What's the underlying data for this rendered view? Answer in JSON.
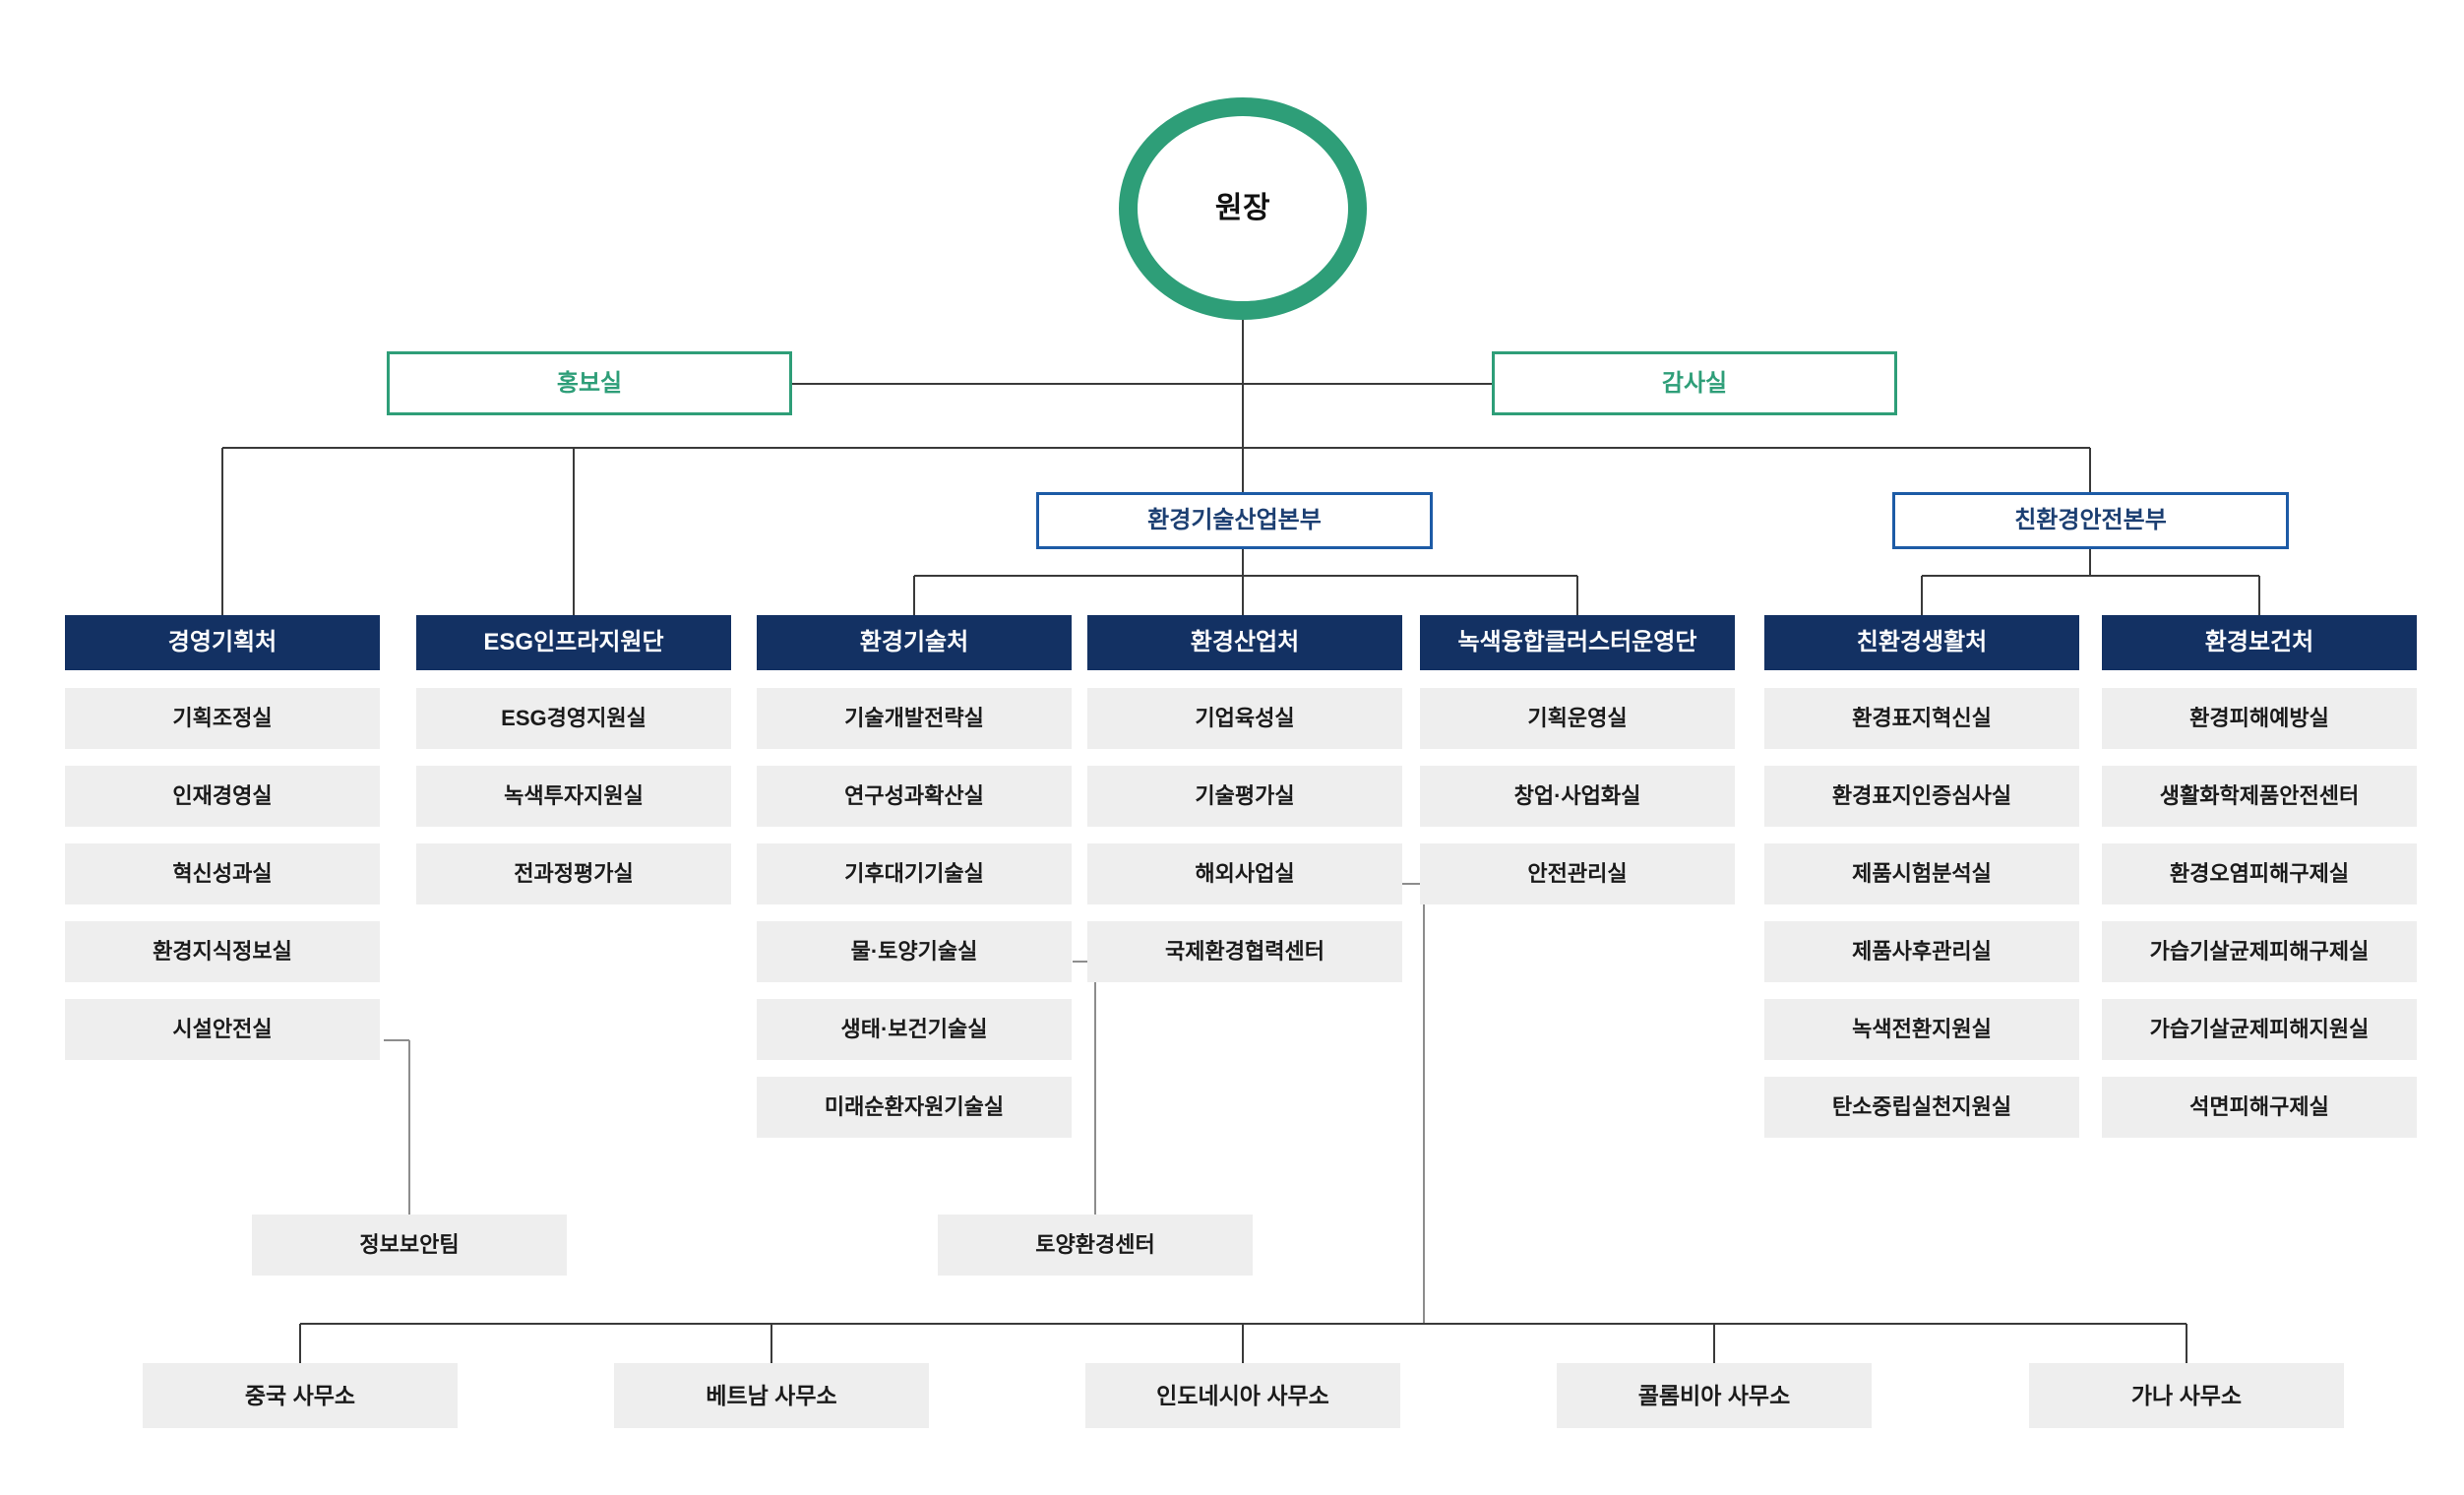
{
  "chart_title": "조직도",
  "colors": {
    "root_ring": "#2e9e78",
    "staff_border": "#2e9e78",
    "staff_text": "#2e9e78",
    "division_border": "#1d5ba6",
    "division_text": "#1c3f72",
    "department_bg": "#133163",
    "department_text": "#ffffff",
    "unit_bg": "#eeeeee",
    "unit_text": "#1a1a1a",
    "connector": "#3a3a3a",
    "page_bg": "#ffffff"
  },
  "root": {
    "label": "원장"
  },
  "staff_offices": [
    {
      "label": "홍보실"
    },
    {
      "label": "감사실"
    }
  ],
  "divisions": [
    {
      "label": "환경기술산업본부"
    },
    {
      "label": "친환경안전본부"
    }
  ],
  "departments": [
    {
      "label": "경영기획처",
      "units": [
        {
          "label": "기획조정실"
        },
        {
          "label": "인재경영실"
        },
        {
          "label": "혁신성과실"
        },
        {
          "label": "환경지식정보실"
        },
        {
          "label": "시설안전실"
        }
      ]
    },
    {
      "label": "ESG인프라지원단",
      "units": [
        {
          "label": "ESG경영지원실"
        },
        {
          "label": "녹색투자지원실"
        },
        {
          "label": "전과정평가실"
        }
      ]
    },
    {
      "label": "환경기술처",
      "units": [
        {
          "label": "기술개발전략실"
        },
        {
          "label": "연구성과확산실"
        },
        {
          "label": "기후대기기술실"
        },
        {
          "label": "물·토양기술실"
        },
        {
          "label": "생태·보건기술실"
        },
        {
          "label": "미래순환자원기술실"
        }
      ]
    },
    {
      "label": "환경산업처",
      "units": [
        {
          "label": "기업육성실"
        },
        {
          "label": "기술평가실"
        },
        {
          "label": "해외사업실"
        },
        {
          "label": "국제환경협력센터"
        }
      ]
    },
    {
      "label": "녹색융합클러스터운영단",
      "units": [
        {
          "label": "기획운영실"
        },
        {
          "label": "창업·사업화실"
        },
        {
          "label": "안전관리실"
        }
      ]
    },
    {
      "label": "친환경생활처",
      "units": [
        {
          "label": "환경표지혁신실"
        },
        {
          "label": "환경표지인증심사실"
        },
        {
          "label": "제품시험분석실"
        },
        {
          "label": "제품사후관리실"
        },
        {
          "label": "녹색전환지원실"
        },
        {
          "label": "탄소중립실천지원실"
        }
      ]
    },
    {
      "label": "환경보건처",
      "units": [
        {
          "label": "환경피해예방실"
        },
        {
          "label": "생활화학제품안전센터"
        },
        {
          "label": "환경오염피해구제실"
        },
        {
          "label": "가습기살균제피해구제실"
        },
        {
          "label": "가습기살균제피해지원실"
        },
        {
          "label": "석면피해구제실"
        }
      ]
    }
  ],
  "sub_teams": [
    {
      "label": "정보보안팀",
      "parent": "시설안전실"
    },
    {
      "label": "토양환경센터",
      "parent": "물·토양기술실"
    }
  ],
  "overseas_offices": [
    {
      "label": "중국 사무소"
    },
    {
      "label": "베트남 사무소"
    },
    {
      "label": "인도네시아 사무소"
    },
    {
      "label": "콜롬비아 사무소"
    },
    {
      "label": "가나 사무소"
    }
  ]
}
